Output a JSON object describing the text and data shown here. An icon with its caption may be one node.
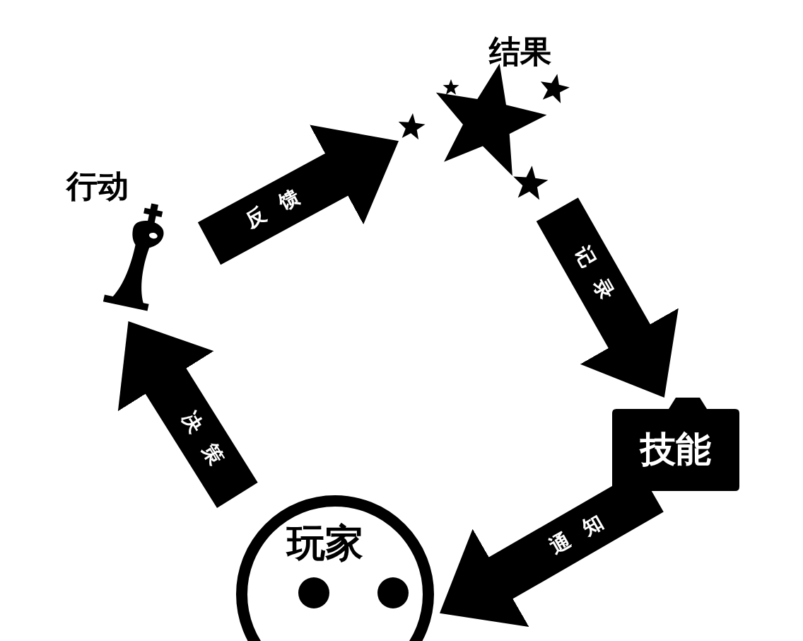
{
  "diagram": {
    "nodes": [
      {
        "text": [
          "行动"
        ]
      },
      {
        "text": [
          "结果"
        ]
      },
      {
        "text": [
          "技能"
        ]
      },
      {
        "text": [
          "玩家"
        ]
      }
    ],
    "edges": [
      {
        "from": 3,
        "to": 0,
        "arrow": "to",
        "label": "决策"
      },
      {
        "from": 0,
        "to": 1,
        "arrow": "to",
        "label": "反馈"
      },
      {
        "from": 1,
        "to": 2,
        "arrow": "to",
        "label": "记录"
      },
      {
        "from": 2,
        "to": 3,
        "arrow": "to",
        "label": "通知"
      }
    ]
  }
}
